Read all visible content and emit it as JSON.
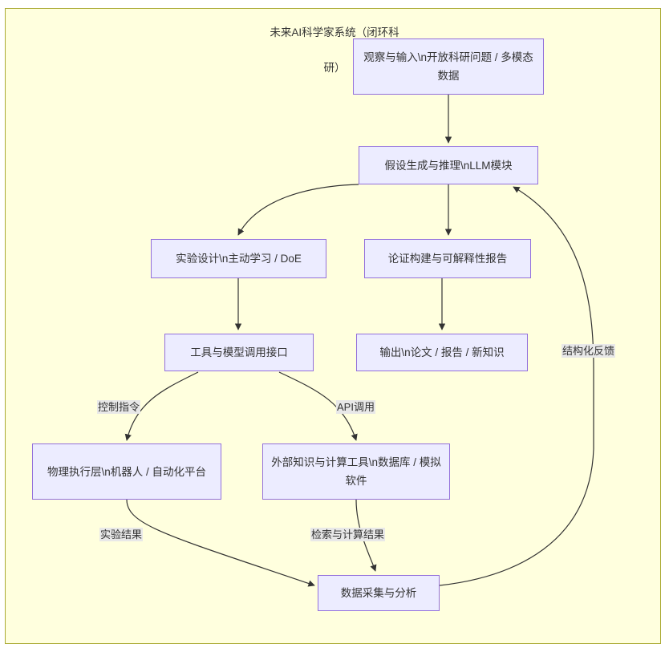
{
  "diagram": {
    "title": "未来AI科学家系统（闭环科研）",
    "title_line1": "未来AI科学家系统（闭环科",
    "title_line2": "研）",
    "background_color": "#ffffde",
    "frame_border_color": "#aaaa33",
    "node_fill_color": "#ececff",
    "node_border_color": "#9370db",
    "edge_color": "#333333",
    "edge_label_bg": "#e8e8e8",
    "text_color": "#333333",
    "type": "flowchart",
    "nodes": [
      {
        "id": "observe",
        "label": "观察与输入\\n开放科研问题 / 多模态数据"
      },
      {
        "id": "hypothesis",
        "label": "假设生成与推理\\nLLM模块"
      },
      {
        "id": "design",
        "label": "实验设计\\n主动学习 / DoE"
      },
      {
        "id": "argument",
        "label": "论证构建与可解释性报告"
      },
      {
        "id": "tools",
        "label": "工具与模型调用接口"
      },
      {
        "id": "output",
        "label": "输出\\n论文 / 报告 / 新知识"
      },
      {
        "id": "physical",
        "label": "物理执行层\\n机器人 / 自动化平台"
      },
      {
        "id": "external",
        "label": "外部知识与计算工具\\n数据库 / 模拟软件"
      },
      {
        "id": "analysis",
        "label": "数据采集与分析"
      }
    ],
    "edges": [
      {
        "from": "observe",
        "to": "hypothesis",
        "label": ""
      },
      {
        "from": "hypothesis",
        "to": "design",
        "label": ""
      },
      {
        "from": "hypothesis",
        "to": "argument",
        "label": ""
      },
      {
        "from": "design",
        "to": "tools",
        "label": ""
      },
      {
        "from": "argument",
        "to": "output",
        "label": ""
      },
      {
        "from": "tools",
        "to": "physical",
        "label": "控制指令"
      },
      {
        "from": "tools",
        "to": "external",
        "label": "API调用"
      },
      {
        "from": "physical",
        "to": "analysis",
        "label": "实验结果"
      },
      {
        "from": "external",
        "to": "analysis",
        "label": "检索与计算结果"
      },
      {
        "from": "analysis",
        "to": "hypothesis",
        "label": "结构化反馈"
      }
    ],
    "edge_labels": {
      "control": "控制指令",
      "api": "API调用",
      "experiment_result": "实验结果",
      "retrieval_result": "检索与计算结果",
      "feedback": "结构化反馈"
    }
  }
}
